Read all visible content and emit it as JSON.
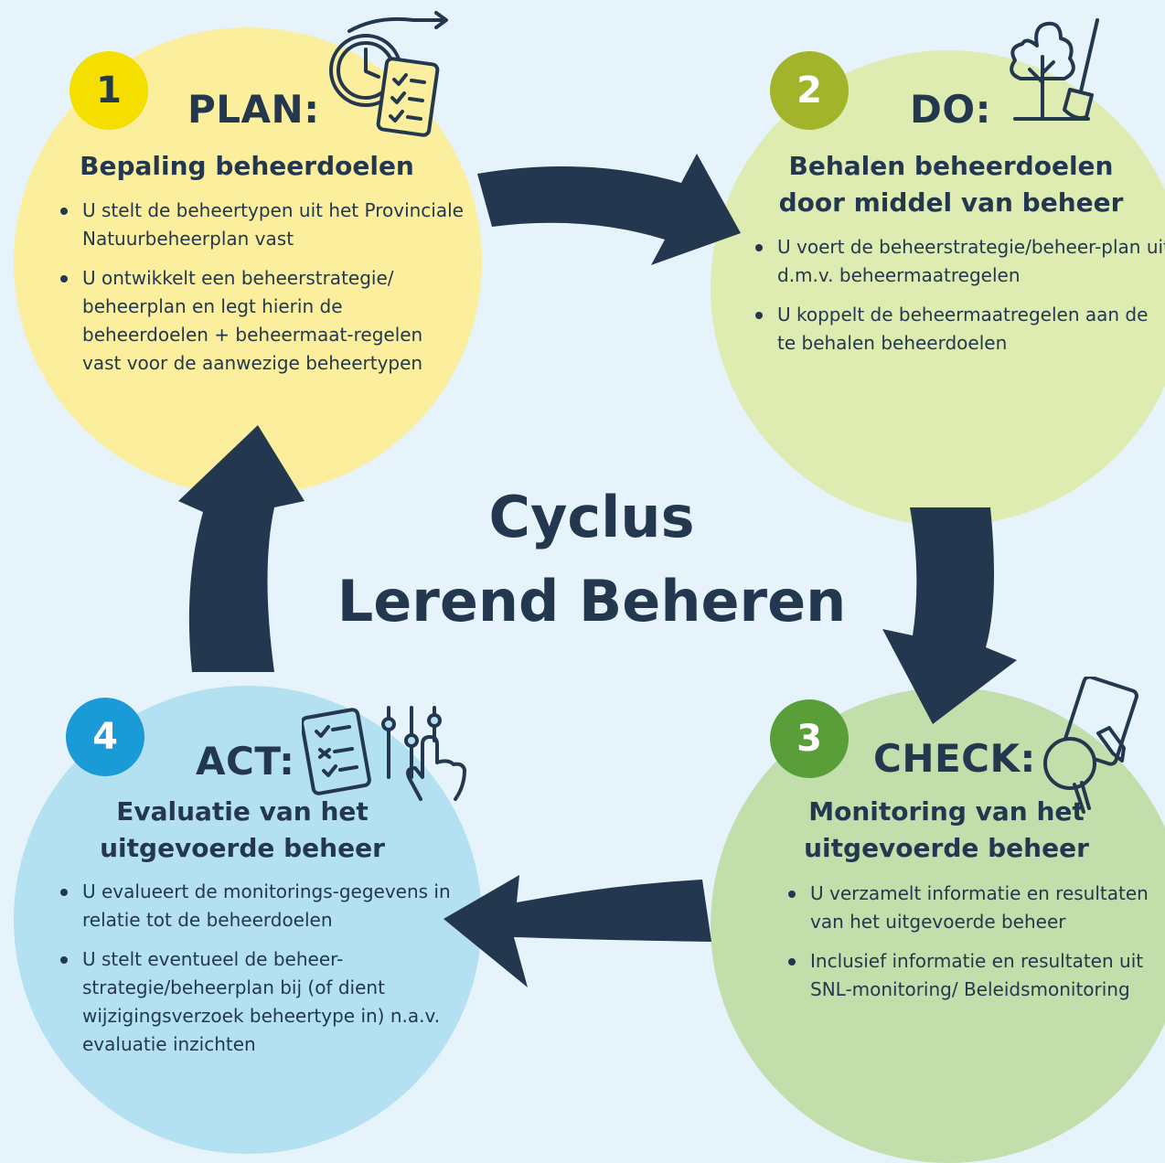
{
  "center": {
    "title_line1": "Cyclus",
    "title_line2": "Lerend Beheren"
  },
  "steps": [
    {
      "number": "1",
      "heading": "PLAN:",
      "subtitle": "Bepaling beheerdoelen",
      "bullets": [
        "U stelt de beheertypen uit het Provinciale Natuurbeheerplan vast",
        "U ontwikkelt een beheerstrategie/ beheerplan en legt hierin de beheerdoelen + beheermaat-regelen vast voor de aanwezige beheertypen"
      ],
      "icon": "clock-checklist-icon",
      "badge_color": "#f4df00"
    },
    {
      "number": "2",
      "heading": "DO:",
      "subtitle_line1": "Behalen beheerdoelen",
      "subtitle_line2": "door middel van beheer",
      "bullets": [
        "U voert de beheerstrategie/beheer-plan uit d.m.v. beheermaatregelen",
        "U koppelt de beheermaatregelen aan de te behalen beheerdoelen"
      ],
      "icon": "tree-shovel-icon",
      "badge_color": "#a1b42a"
    },
    {
      "number": "3",
      "heading": "CHECK:",
      "subtitle_line1": "Monitoring van het",
      "subtitle_line2": "uitgevoerde beheer",
      "bullets": [
        "U verzamelt informatie en resultaten van het uitgevoerde beheer",
        "Inclusief informatie en resultaten uit SNL-monitoring/ Beleidsmonitoring"
      ],
      "icon": "magnifier-document-icon",
      "badge_color": "#5a9e3a"
    },
    {
      "number": "4",
      "heading": "ACT:",
      "subtitle_line1": "Evaluatie van het",
      "subtitle_line2": "uitgevoerde beheer",
      "bullets": [
        "U evalueert de monitorings-gegevens in relatie tot de beheerdoelen",
        "U stelt eventueel de beheer-strategie/beheerplan bij (of dient wijzigingsverzoek beheertype in) n.a.v. evaluatie inzichten"
      ],
      "icon": "checklist-sliders-hand-icon",
      "badge_color": "#1a9ad6"
    }
  ],
  "colors": {
    "background": "#e6f3fa",
    "text": "#23384f",
    "arrow": "#23384f",
    "plan_circle": "#fbee9d",
    "do_circle": "#deebb1",
    "check_circle": "#c2deab",
    "act_circle": "#b3e1f1"
  }
}
